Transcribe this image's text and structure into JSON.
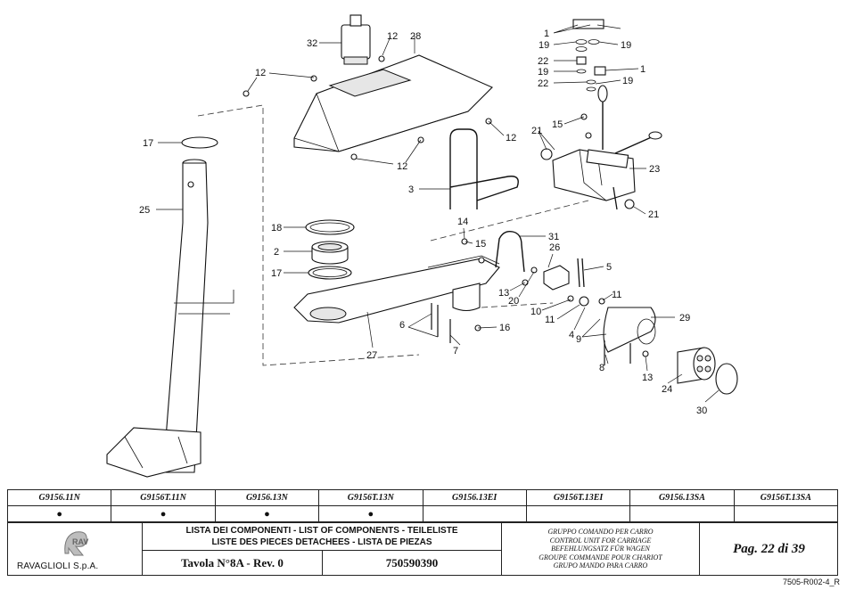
{
  "callouts": [
    {
      "text": "32"
    },
    {
      "text": "12"
    },
    {
      "text": "28"
    },
    {
      "text": "12"
    },
    {
      "text": "17"
    },
    {
      "text": "25"
    },
    {
      "text": "12"
    },
    {
      "text": "12"
    },
    {
      "text": "3"
    },
    {
      "text": "18"
    },
    {
      "text": "2"
    },
    {
      "text": "17"
    },
    {
      "text": "14"
    },
    {
      "text": "15"
    },
    {
      "text": "31"
    },
    {
      "text": "26"
    },
    {
      "text": "5"
    },
    {
      "text": "13"
    },
    {
      "text": "20"
    },
    {
      "text": "10"
    },
    {
      "text": "11"
    },
    {
      "text": "11"
    },
    {
      "text": "6"
    },
    {
      "text": "16"
    },
    {
      "text": "7"
    },
    {
      "text": "27"
    },
    {
      "text": "4"
    },
    {
      "text": "9"
    },
    {
      "text": "29"
    },
    {
      "text": "8"
    },
    {
      "text": "13"
    },
    {
      "text": "24"
    },
    {
      "text": "30"
    },
    {
      "text": "1"
    },
    {
      "text": "19"
    },
    {
      "text": "19"
    },
    {
      "text": "22"
    },
    {
      "text": "19"
    },
    {
      "text": "1"
    },
    {
      "text": "22"
    },
    {
      "text": "19"
    },
    {
      "text": "15"
    },
    {
      "text": "21"
    },
    {
      "text": "23"
    },
    {
      "text": "21"
    }
  ],
  "footer": {
    "models": [
      "G9156.11N",
      "G9156T.11N",
      "G9156.13N",
      "G9156T.13N",
      "G9156.13EI",
      "G9156T.13EI",
      "G9156.13SA",
      "G9156T.13SA"
    ],
    "marks": [
      "●",
      "●",
      "●",
      "●",
      "",
      "",
      "",
      ""
    ],
    "company": "RAVAGLIOLI S.p.A.",
    "list_title_line1": "LISTA DEI COMPONENTI - LIST OF COMPONENTS - TEILELISTE",
    "list_title_line2": "LISTE DES PIECES DETACHEES - LISTA DE PIEZAS",
    "tavola": "Tavola N°8A - Rev. 0",
    "code": "750590390",
    "group_lines": [
      "GRUPPO COMANDO PER CARRO",
      "CONTROL UNIT FOR CARRIAGE",
      "BEFEHLUNGSATZ FÜR WAGEN",
      "GROUPE COMMANDE POUR CHARIOT",
      "GRUPO MANDO PARA CARRO"
    ],
    "page": "Pag. 22 di 39",
    "docref": "7505-R002-4_R"
  }
}
